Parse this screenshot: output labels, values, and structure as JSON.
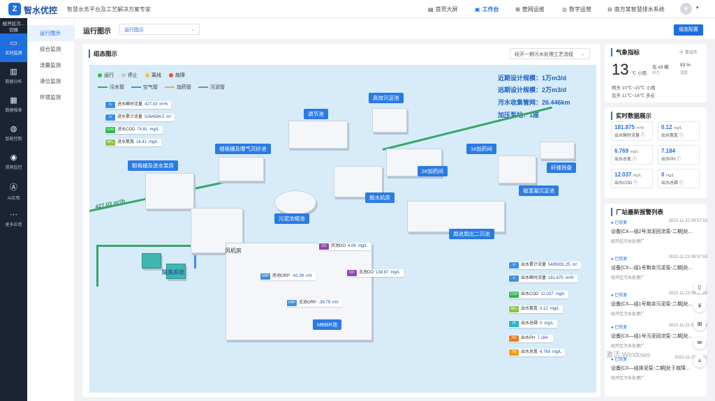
{
  "header": {
    "brand": "智水优控",
    "slogan": "智慧水务平台及工艺解决方案专家",
    "nav": [
      {
        "label": "首页大屏",
        "icon": "▤"
      },
      {
        "label": "工作台",
        "icon": "▣"
      },
      {
        "label": "管网运维",
        "icon": "⊞"
      },
      {
        "label": "数字运营",
        "icon": "◎"
      },
      {
        "label": "南方某智慧排水系统",
        "icon": "⊟"
      }
    ]
  },
  "sidebar": {
    "site": "经开区污...",
    "switch": "切换",
    "items": [
      {
        "label": "实时监测",
        "icon": "▭"
      },
      {
        "label": "数据分析",
        "icon": "▥"
      },
      {
        "label": "数据报表",
        "icon": "▦"
      },
      {
        "label": "智能控制",
        "icon": "◍"
      },
      {
        "label": "视频监控",
        "icon": "◉"
      },
      {
        "label": "AI应用",
        "icon": "Ⓐ"
      },
      {
        "label": "更多应用",
        "icon": "⋯"
      }
    ]
  },
  "submenu": [
    "运行图示",
    "综合监测",
    "流量监测",
    "液位监测",
    "环境监测"
  ],
  "toolbar": {
    "title": "运行图示",
    "select": "运行图示",
    "config_button": "组态配置"
  },
  "diagram": {
    "title": "组态图示",
    "select": "经开一期污水处理工艺流程",
    "legend_status": [
      {
        "label": "运行",
        "color": "#2db84d"
      },
      {
        "label": "停止",
        "color": "#c8c8c8"
      },
      {
        "label": "离线",
        "color": "#f5c542"
      },
      {
        "label": "故障",
        "color": "#e8502e"
      }
    ],
    "legend_pipes": [
      {
        "label": "污水管",
        "color": "#3aa566"
      },
      {
        "label": "空气管",
        "color": "#3d8ee6"
      },
      {
        "label": "加药管",
        "color": "#e6b23a"
      },
      {
        "label": "污泥管",
        "color": "#8a8a8a"
      }
    ],
    "stats": [
      "近期设计规模：1万m3/d",
      "远期设计规模：2万m3/d",
      "污水收集管网：26.446km",
      "加压泵站：1座"
    ],
    "inflow": "427.03 m³/h",
    "units": [
      "高效沉淀池",
      "调节池",
      "细格栅及曝气沉砂池",
      "1#加药间",
      "2#加药间",
      "纤维转盘",
      "粗格栅及进水泵房",
      "磁混凝沉淀池",
      "脱水机房",
      "污泥浓缩池",
      "周进周出二沉池",
      "风机房",
      "除臭系统",
      "MBBR池"
    ],
    "inlet_readings": [
      {
        "name": "进水瞬时流量",
        "value": "427.03",
        "unit": "m³/h",
        "tag": "⊙",
        "color": "#3d8ee6"
      },
      {
        "name": "进水累计流量",
        "value": "5264594.5",
        "unit": "m³",
        "tag": "⊙",
        "color": "#3d8ee6"
      },
      {
        "name": "进水COD",
        "value": "74.81",
        "unit": "mg/L",
        "tag": "COD",
        "color": "#2db84d"
      },
      {
        "name": "进水氨氮",
        "value": "16.41",
        "unit": "mg/L",
        "tag": "NH₃",
        "color": "#8bc34a"
      }
    ],
    "tank_readings": [
      {
        "name": "厌池DO",
        "value": "4.06",
        "unit": "mg/L",
        "tag": "DO",
        "color": "#8e44ad"
      },
      {
        "name": "北池DO",
        "value": "138.87",
        "unit": "mg/L",
        "tag": "DO",
        "color": "#8e44ad"
      },
      {
        "name": "南池ORP",
        "value": "-42.39",
        "unit": "mV",
        "tag": "ORP",
        "color": "#3d8ee6"
      },
      {
        "name": "北池ORP",
        "value": "-39.79",
        "unit": "mV",
        "tag": "ORP",
        "color": "#3d8ee6"
      }
    ],
    "outlet_readings": [
      {
        "name": "出水累计流量",
        "value": "5485931.25",
        "unit": "m³",
        "tag": "⊙",
        "color": "#3d8ee6"
      },
      {
        "name": "出水瞬时流量",
        "value": "181.675",
        "unit": "m³/h",
        "tag": "⊙",
        "color": "#3d8ee6"
      },
      {
        "name": "出水COD",
        "value": "12.037",
        "unit": "mg/L",
        "tag": "COD",
        "color": "#2db84d"
      },
      {
        "name": "出水氨氮",
        "value": "0.12",
        "unit": "mg/L",
        "tag": "NH₃",
        "color": "#8bc34a"
      },
      {
        "name": "出水总磷",
        "value": "0",
        "unit": "mg/L",
        "tag": "TP",
        "color": "#26b6c9"
      },
      {
        "name": "出水PH",
        "value": "7.184",
        "unit": "",
        "tag": "PH",
        "color": "#e67e22"
      },
      {
        "name": "出水总氮",
        "value": "6.769",
        "unit": "mg/L",
        "tag": "TN",
        "color": "#f39c12"
      }
    ]
  },
  "weather": {
    "title": "气象指标",
    "city": "青岛市",
    "temp": "13",
    "unit": "℃ 小雨",
    "wind_dir": "北 ≤3 级",
    "wind_label": "风力",
    "humidity": "93 %",
    "humidity_label": "湿度",
    "tomorrow": "明天 10℃~15℃ 小雨",
    "after": "后天 11℃~16℃ 多云"
  },
  "realtime": {
    "title": "实时数据展示",
    "cells": [
      {
        "value": "181.875",
        "unit": "m³/h",
        "label": "出水瞬时流量"
      },
      {
        "value": "0.12",
        "unit": "mg/L",
        "label": "出水氨氮"
      },
      {
        "value": "6.769",
        "unit": "mg/L",
        "label": "出水总氮"
      },
      {
        "value": "7.184",
        "unit": "-",
        "label": "出水PH"
      },
      {
        "value": "12.037",
        "unit": "mg/L",
        "label": "出水COD"
      },
      {
        "value": "0",
        "unit": "mg/L",
        "label": "出水总磷"
      }
    ]
  },
  "alarms": {
    "title": "厂站最新报警列表",
    "items": [
      {
        "status": "已恢复",
        "time": "2022-11-22 09:57:53",
        "msg": "设备[CX—组2号消泥回流泵-二期]处...",
        "org": "经开区污水处理厂"
      },
      {
        "status": "已恢复",
        "time": "2022-11-22 09:57:53",
        "msg": "设备[CX—组1号剩余污泥泵-二期]处...",
        "org": "经开区污水处理厂"
      },
      {
        "status": "已恢复",
        "time": "2022-11-22 09:57:53",
        "msg": "设备[CX—组1号剩余污泥泵-二期]处...",
        "org": "经开区污水处理厂"
      },
      {
        "status": "已恢复",
        "time": "2022-11-22 09:57:53",
        "msg": "设备[CX—组1号污泥回流泵-二期]处...",
        "org": "经开区污水处理厂"
      },
      {
        "status": "已恢复",
        "time": "2022-11-22 09:42",
        "msg": "设备[CX—组排泥泵-二期]处于故障...",
        "org": "经开区污水处理厂"
      }
    ]
  },
  "watermark": "激活 Windows"
}
